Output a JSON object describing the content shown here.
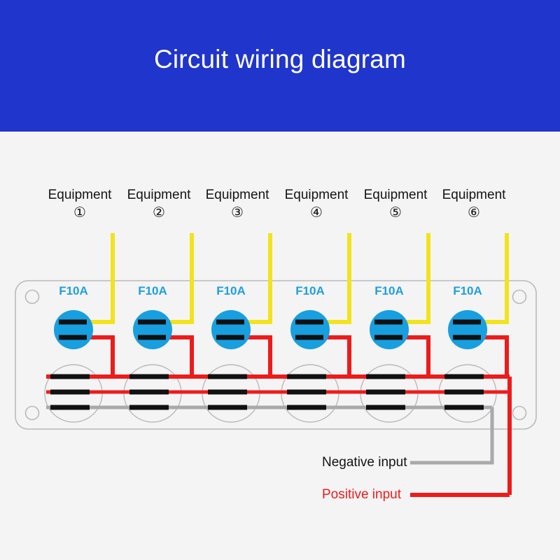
{
  "header": {
    "title": "Circuit wiring diagram",
    "background_color": "#1f35cc",
    "title_color": "#ffffff"
  },
  "colors": {
    "page_background": "#f4f4f5",
    "panel_outline": "#b9b9bb",
    "switch_fill": "#179fe0",
    "fuse_label": "#1f9ee0",
    "equipment_wire": "#f2e31c",
    "positive_wire": "#ee1b1b",
    "negative_wire": "#a9a9ab",
    "terminal_bar": "#111111"
  },
  "equipment": [
    {
      "name": "Equipment",
      "number": "①"
    },
    {
      "name": "Equipment",
      "number": "②"
    },
    {
      "name": "Equipment",
      "number": "③"
    },
    {
      "name": "Equipment",
      "number": "④"
    },
    {
      "name": "Equipment",
      "number": "⑤"
    },
    {
      "name": "Equipment",
      "number": "⑥"
    }
  ],
  "switches": [
    {
      "fuse_rating": "F10A"
    },
    {
      "fuse_rating": "F10A"
    },
    {
      "fuse_rating": "F10A"
    },
    {
      "fuse_rating": "F10A"
    },
    {
      "fuse_rating": "F10A"
    },
    {
      "fuse_rating": "F10A"
    }
  ],
  "inputs": {
    "negative": "Negative input",
    "positive": "Positive input"
  }
}
